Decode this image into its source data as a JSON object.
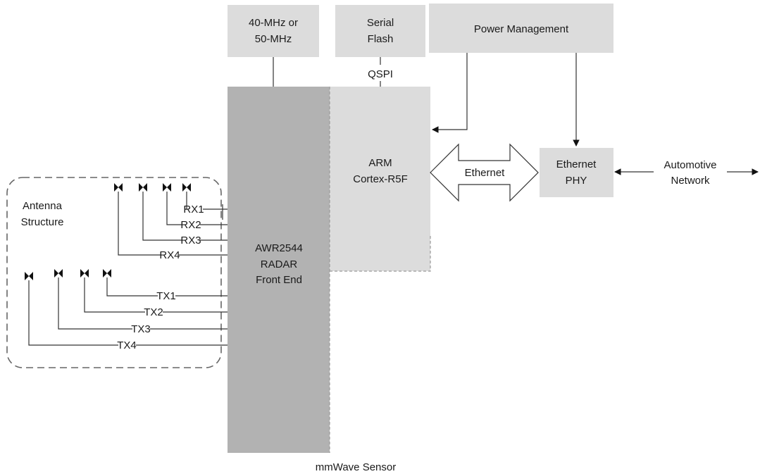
{
  "blocks": {
    "clock": [
      "40-MHz or",
      "50-MHz"
    ],
    "flash": [
      "Serial",
      "Flash"
    ],
    "power": "Power Management",
    "radar": [
      "AWR2544",
      "RADAR",
      "Front End"
    ],
    "arm": [
      "ARM",
      "Cortex-R5F"
    ],
    "phy": [
      "Ethernet",
      "PHY"
    ],
    "antenna": [
      "Antenna",
      "Structure"
    ],
    "sensor": "mmWave Sensor"
  },
  "links": {
    "qspi": "QSPI",
    "ethernet": "Ethernet",
    "network": [
      "Automotive",
      "Network"
    ]
  },
  "rx_channels": [
    "RX1",
    "RX2",
    "RX3",
    "RX4"
  ],
  "tx_channels": [
    "TX1",
    "TX2",
    "TX3",
    "TX4"
  ],
  "colors": {
    "light_block": "#dcdcdc",
    "radar_block": "#b2b2b2",
    "line": "#333333",
    "antenna_glyph": "#111111"
  }
}
